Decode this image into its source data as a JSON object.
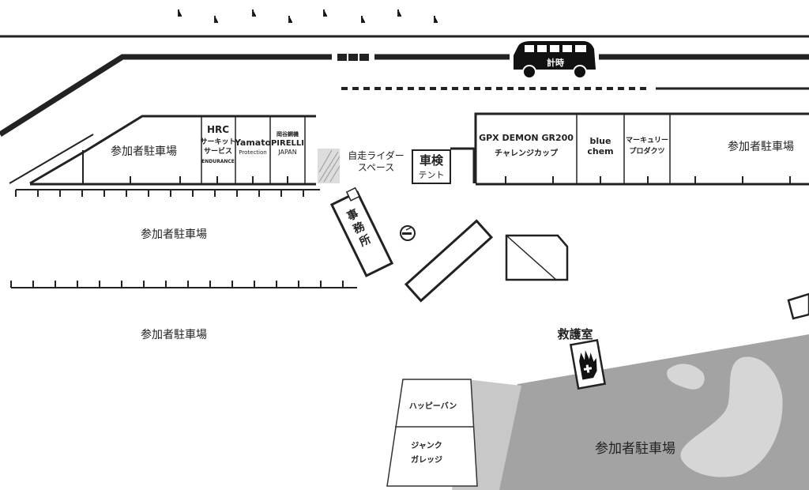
{
  "map": {
    "timing_label": "計時",
    "parking_label": "参加者駐車場",
    "booths": {
      "hrc_line1": "HRC",
      "hrc_line2": "サーキット",
      "hrc_line3": "サービス",
      "hrc_line4": "ENDURANCE",
      "yamato_line1": "Yamato",
      "yamato_line2": "Protection",
      "pirelli_line1": "岡谷鋼機",
      "pirelli_line2": "PIRELLI",
      "pirelli_line3": "JAPAN",
      "gpx_line1": "GPX DEMON GR200",
      "gpx_line2": "チャレンジカップ",
      "bluechem_line1": "blue",
      "bluechem_line2": "chem",
      "mercury_line1": "マーキュリー",
      "mercury_line2": "プロダクツ"
    },
    "rider_space_line1": "自走ライダー",
    "rider_space_line2": "スペース",
    "inspection_line1": "車検",
    "inspection_line2": "テント",
    "office_label": "事務所",
    "first_aid_label": "救護室",
    "happy_van_label": "ハッピーバン",
    "junk_garage_line1": "ジャンク",
    "junk_garage_line2": "ガレッジ",
    "icons": [
      "bus-icon",
      "smoking-area-icon",
      "first-aid-icon"
    ]
  }
}
